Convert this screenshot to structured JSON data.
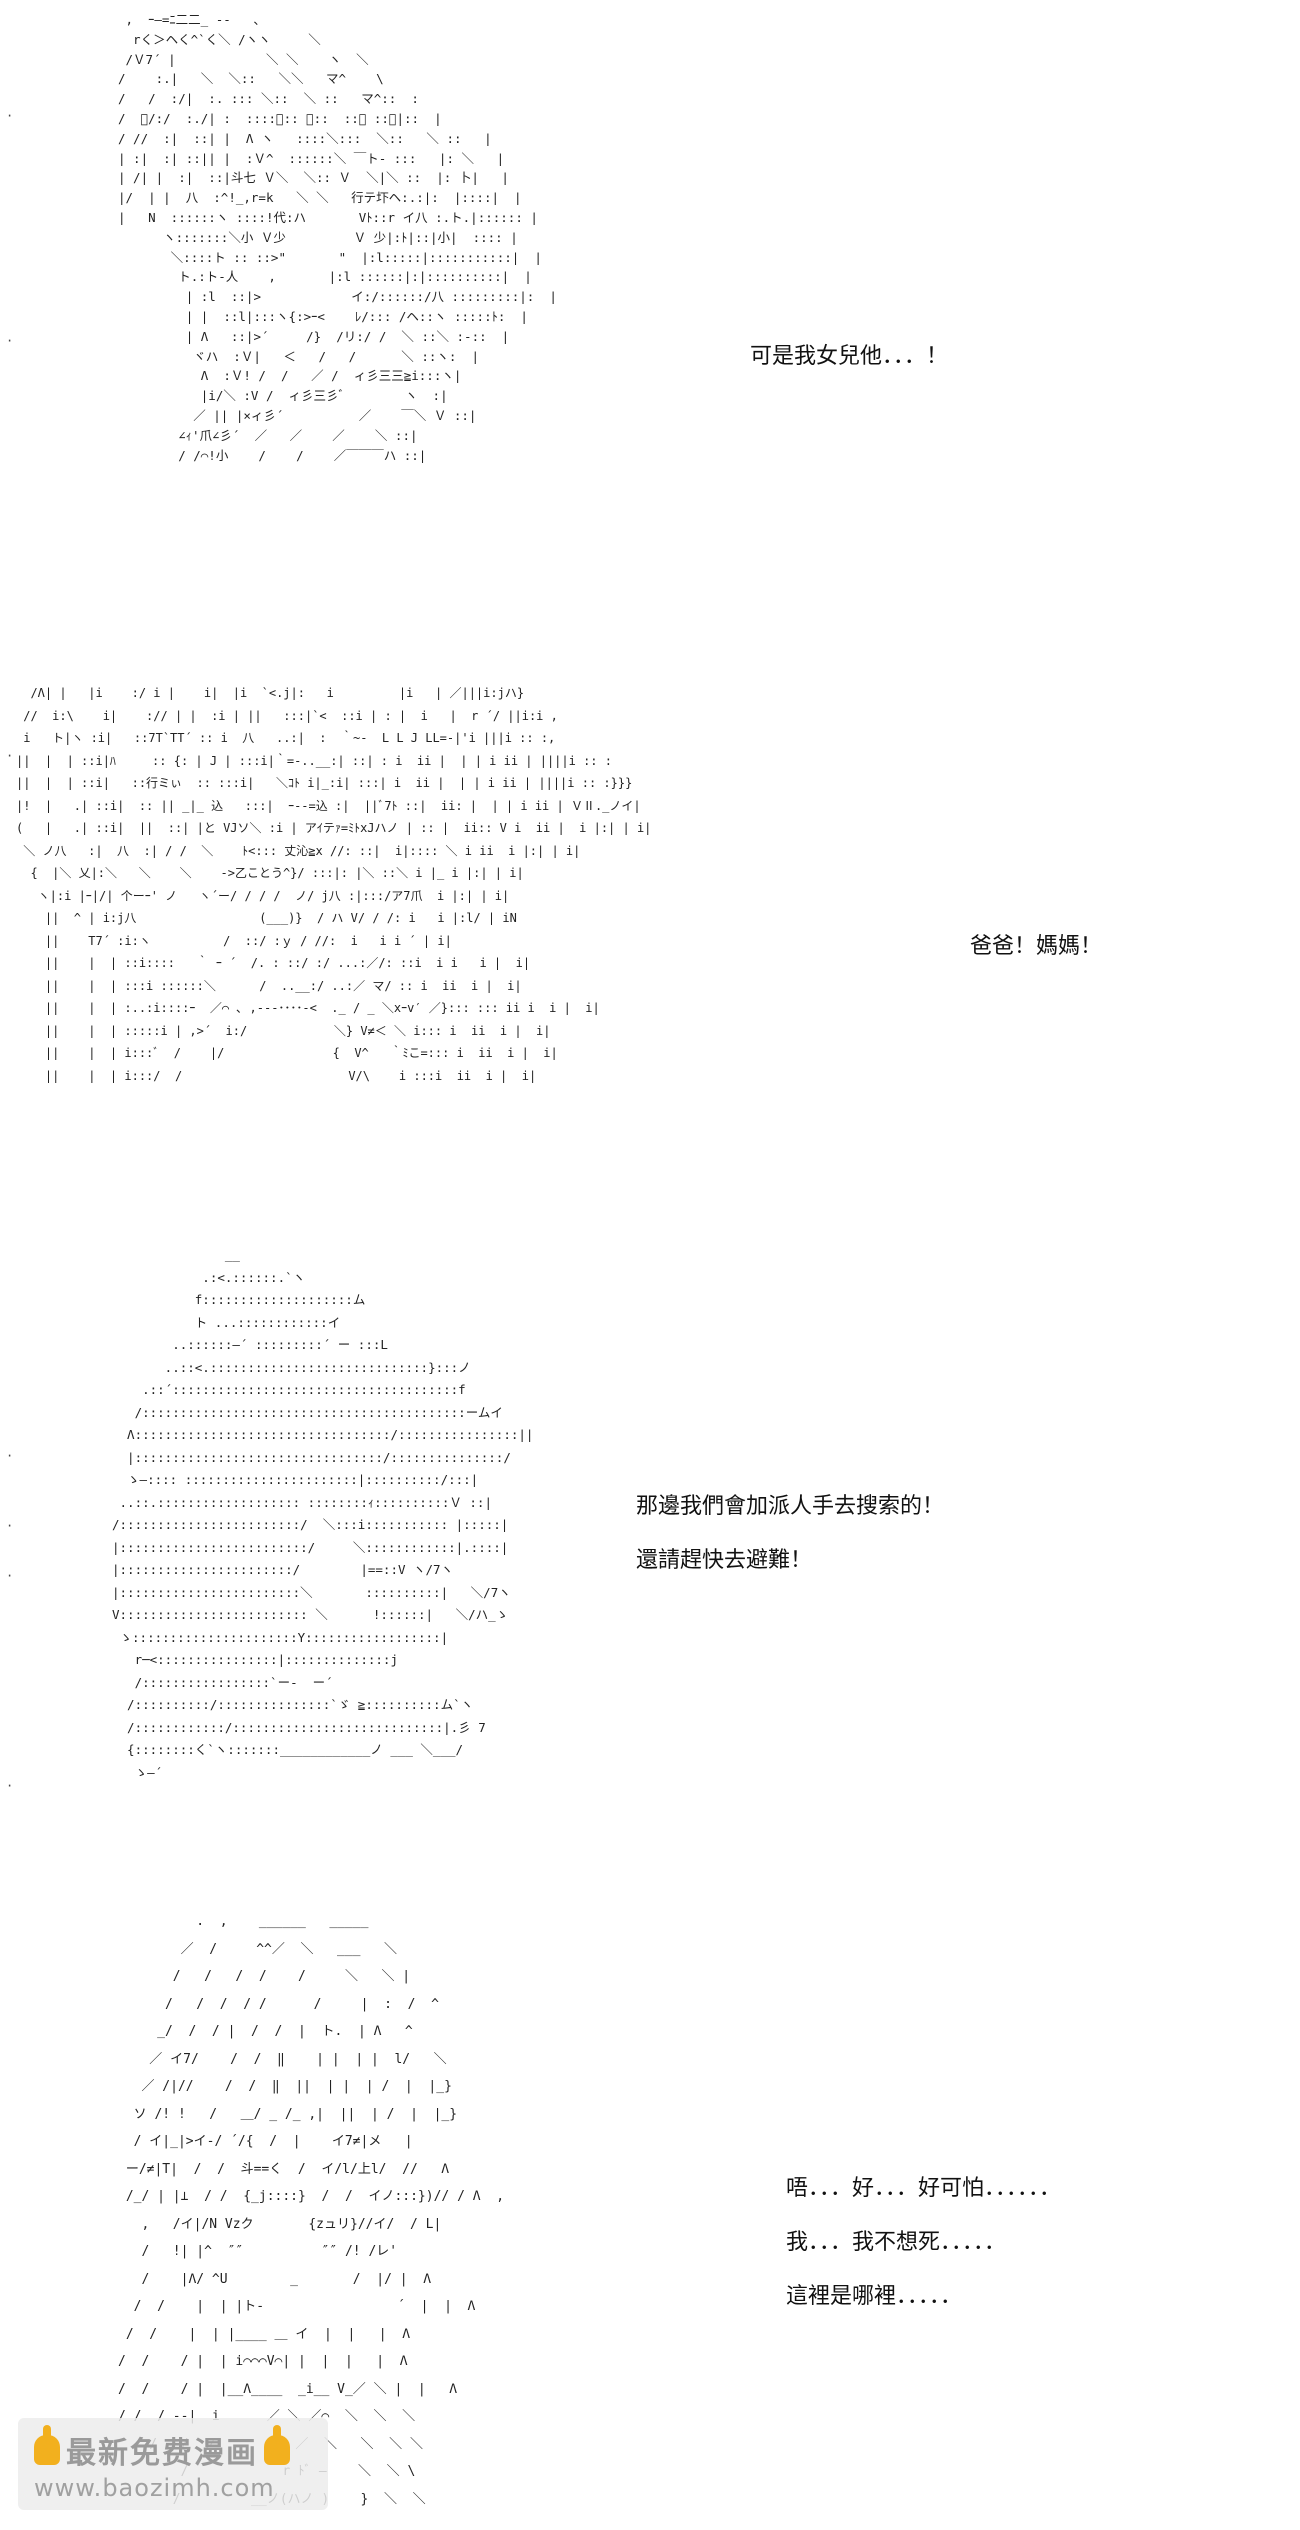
{
  "panels": [
    {
      "id": "panel-1",
      "art": " ,  ｰ―=ﾆ二二_ -‐   、\n  rく＞ヘく^`く＼ /ヽヽ     ＼\n /Ｖ7´ |            ＼ ＼    ヽ  ＼\n/    :.|   ＼  ＼::   ＼＼   マ^    \\\n/   /  :/|  :. ::: ＼::  ＼ ::   マ^::  :\n/  ﾞ/:/  :./| :  ::::＼:: ＼::  ::＼ ::＼|::  |\n/ //  :|  ::| |  Λ ヽ   ::::＼:::  ＼::   ＼ ::   |\n| :|  :| ::|| |  :Ｖ^  ::::::＼ ￣ト‐ :::   |: ＼   |\n| /| |  :|  ::|斗七 Ｖ＼  ＼:: Ｖ  ＼|＼ ::  |: 卜|   |\n|/  | |  八  :^!_,r=k   ＼ ＼   行テ圷ヘ:.:|:  |::::|  |\n|   N  ::::::ヽ ::::!代:ハ       Vﾄ::r イ八 :.ト.|:::::: |\n      ヽ:::::::＼小 Ｖ少         Ｖ 少|:ﾄ|::|小|  :::: |\n       ＼::::ト :: ::>\"       \"  |:l:::::|:::::::::::|  |\n        ト.:ト-人    ,       |:l ::::::|:|::::::::::|  |\n         | :l  ::|>            イ:/::::::/八 :::::::::|:  |\n         | |  ::l|:::ヽ{:>ｰ<    ﾚ/::: /ヘ::ヽ :::::ﾄ:  |\n         | Λ   ::|>´     /}  /リ:/ /  ＼ ::＼ :-::  |\n          ヾハ  :Ｖ|   ＜   /   /      ＼ ::ヽ:  |\n           Λ  :Ｖ! /  /   ／ /  ィ彡三三≧i:::ヽ|\n           |i/＼ :V /  ィ彡三彡ﾞ        ヽ  :|\n          ／ || |×ィ彡´          ／    ￣＼ Ｖ ::|\n        ∠ｨ'爪∠彡´  ／   ／    ／    ＼ ::|\n        / /⌒!小    /    /    ／￣￣￣ハ ::|",
      "lines": [
        "可是我女兒他．．．！"
      ]
    },
    {
      "id": "panel-2",
      "art": "  /Λ| |   |i    :/ i |    i|  |i  `<.j|:   i         |i   | ／|||i:jハ}\n //  i:\\    i|    :// | |  :i | ||   :::|`<  ::i | : |  i   |  r ´/ ||i:i ,\n i   ト|ヽ :i|   ::7T`TT´ :: i  八   ..:|  :  ｀~-  L L J LL=-|'i |||i :: :,\n||  |  | ::i|ﾊ     :: {: | J | :::i|｀=-..__:| ::| : i  ii |  | | i ii | ||||i :: :\n||  |  | ::i|   ::行ミぃ  :: :::i|   ＼ｺﾄ i|_:i| :::| i  ii |  | | i ii | ||||i :: :}}}\n|!  |   .| ::i|  :: || _|_ 込   :::|  ｰ--=込 :|  ||ﾞ7ﾄ ::|  ii: |  | | i ii | ＶⅡ._ノイ|\n(   |   .| ::i|  ||  ::| |と VJソ＼ :i | アｲテｧ=ﾐﾄxJハノ | :: |  ii:: V i  ii |  i |:| | i|\n ＼ ノ八   :|  八  :| / /  ＼    ﾄ<::: 丈沁≧x //: ::|  i|:::: ＼ i ii  i |:| | i|\n  {  |＼ 乂|:＼   ＼    ＼    ->乙ことう^}/ :::|: |＼ ::＼ i |_ i |:| | i|\n   ヽ|:i |ｰ|/| 个ーｰ' ノ   ヽ´ー/ / / /  ノ/ j八 :|:::/ア7爪  i |:| | i|\n    ||  ^ | i:j八                 (___)}  / ハ V/ / /: i   i |:l/ | iN\n    ||    T7´ :i:ヽ          /  ::/ :ｙ / //:  i   i i ´ | i|\n    ||    |  | ::i::::   ｀ ｰ ´  /. : ::/ :/ ...:／/: ::i  i i   i |  i|\n    ||    |  | :::i ::::::＼      /  ..__:/ ..:／ マ/ :: i  ii  i |  i|\n    ||    |  | :..:i::::ｰ  ／⌒ ､ ,---････-<  ._ / _ ＼xｰv′ ／}::: ::: ii i  i |  i|\n    ||    |  | :::::i | ,>´  i:/            ＼} V≠＜ ＼ i::: i  ii  i |  i|\n    ||    |  | i:::ﾞ  /    |/               {  V^   ｀ﾐこ=::: i  ii  i |  i|\n    ||    |  | i:::/  /                       V/\\    i :::i  ii  i |  i|",
      "lines": [
        "爸爸！媽媽！"
      ]
    },
    {
      "id": "panel-3",
      "art": "               __\n            .:<.::::::.`ヽ\n           f::::::::::::::::::::ム\n           ト ...::::::::::::イ\n        ..::::::—´ :::::::::´ ー :::L\n       ..::<.:::::::::::::::::::::::::::::}:::ノ\n    .::´::::::::::::::::::::::::::::::::::::::f\n   /:::::::::::::::::::::::::::::::::::::::::::ームイ\n  Λ::::::::::::::::::::::::::::::::::/::::::::::::::::||\n  |:::::::::::::::::::::::::::::::::/:::::::::::::::/\n  ゝ—:::: :::::::::::::::::::::::|::::::::::/:::|\n ..::.::::::::::::::::::: ::::::::ｨ::::::::::Ｖ ::|\n/::::::::::::::::::::::::/  ＼:::i::::::::::: |:::::|\n|:::::::::::::::::::::::::/     ＼::::::::::::|.::::|\n|:::::::::::::::::::::::/        |==::V ヽ/7ヽ\n|::::::::::::::::::::::::＼       ::::::::::|   ＼/7ヽ\nV::::::::::::::::::::::::: ＼      !::::::|   ＼/ハ_ゝ\n ゝ::::::::::::::::::::::Y::::::::::::::::::|\n   r─<::::::::::::::::|::::::::::::::j\n   /:::::::::::::::::`ー-  ー´\n  /::::::::::/:::::::::::::::`ゞ ≧::::::::::ム`ヽ\n  /::::::::::::/::::::::::::::::::::::::::::|.彡 7\n  {::::::::く`ヽ:::::::____________ノ ___ ＼___/\n   ゝ—´",
      "lines": [
        "那邊我們會加派人手去搜索的！",
        "還請趕快去避難！"
      ]
    },
    {
      "id": "panel-4",
      "art": "          .  ,    ______   _____\n        ／  /     ^^／  ＼   ___   ＼\n       /   /   /  /    /     ＼   ＼ |\n      /   /  /  / /      /     |  :  /  ^\n     _/  /  / |  /  /  |  ト.  | Λ   ^\n    ／ イ7/    /  /  ‖    | |  | |  l/   ＼\n   ／ /|//    /  /  ‖  ||  | |  | /  |  |_}\n  ソ /! !   /   ＿/ _ /_ ,|  ||  | /  |  |_}\n  / イ|_|>イ-/ ´/{  /  |    イ7≠|メ   |\n ー/≠|T|  /  /  斗==く  /  イ/l/上l/  //   Λ\n /_/ | |⊥  / /  {_j::::}  /  /  イノ:::})// / Λ  ,\n   ,   /イ|/N Vzク       {zュリ}//イ/  / L|\n   /   !| |^  ″″          ″″ /! /レ'\n   /    |Λ/ ^U        _       /  |/ |  Λ\n  /  /    |  | |ト-                 ´  |  |  Λ\n /  /    |  | |____ ＿ イ  |  |   |  Λ\n/  /    / |  | i⌒⌒⌒V⌒| |  |  |   |  Λ\n/  /    / |  |__Λ____  _i__ V_／ ＼ |  |   Λ\n/ /  / --|  i      ／ ＼ ／⌒  ＼  ＼  ＼\n    /   /  ノ          ／  ＼   ＼  ＼ ＼\n        /            r ﾄﾞ —    ＼  ＼ \\\n       /         __ノ(ハノ )    }  ＼  ＼",
      "lines": [
        "唔．．．好．．．好可怕．．．．．．",
        "我．．．我不想死．．．．．",
        "這裡是哪裡．．．．．"
      ]
    }
  ],
  "watermark": {
    "title": "最新免费漫画",
    "url": "www.baozimh.com",
    "icon": "pointing-hand-icon"
  }
}
